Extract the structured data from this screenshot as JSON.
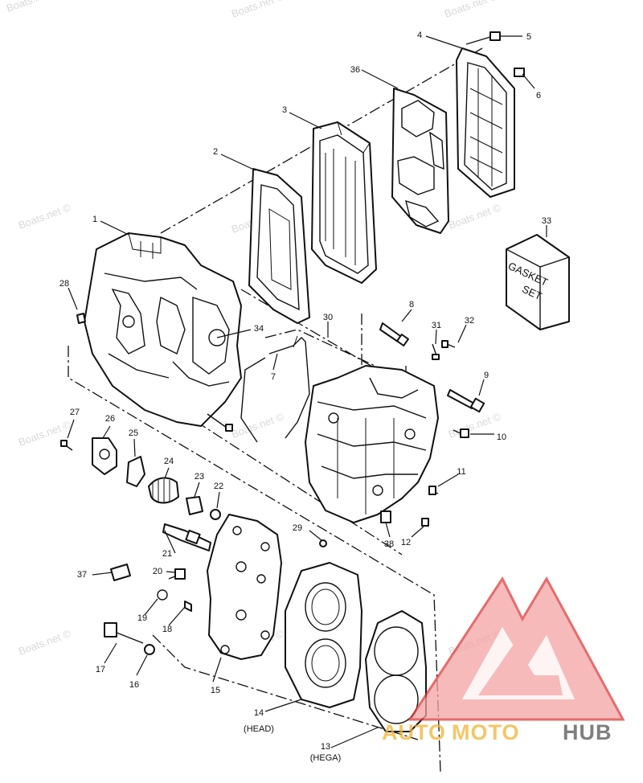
{
  "watermark_text": "Boats.net ©",
  "logo": {
    "part1": "AUTO",
    "part2": "MOTO",
    "part3": "HUB",
    "accent_color": "#e03a3a",
    "gold_color": "#f2b233",
    "gray_color": "#555555"
  },
  "gasket_box": {
    "line1": "GASKET",
    "line2": "SET"
  },
  "callouts": {
    "c1": "1",
    "c2": "2",
    "c3": "3",
    "c4": "4",
    "c5": "5",
    "c6": "6",
    "c7": "7",
    "c8": "8",
    "c9": "9",
    "c10": "10",
    "c11": "11",
    "c12": "12",
    "c13": "13",
    "c14": "14",
    "c15": "15",
    "c16": "16",
    "c17": "17",
    "c18": "18",
    "c19": "19",
    "c20": "20",
    "c21": "21",
    "c22": "22",
    "c23": "23",
    "c24": "24",
    "c25": "25",
    "c26": "26",
    "c27": "27",
    "c28": "28",
    "c29": "29",
    "c30": "30",
    "c31": "31",
    "c32": "32",
    "c33": "33",
    "c34": "34",
    "c36": "36",
    "c37": "37",
    "c38": "38"
  },
  "sublabels": {
    "head": "(HEAD)",
    "hega": "(HEGA)"
  }
}
